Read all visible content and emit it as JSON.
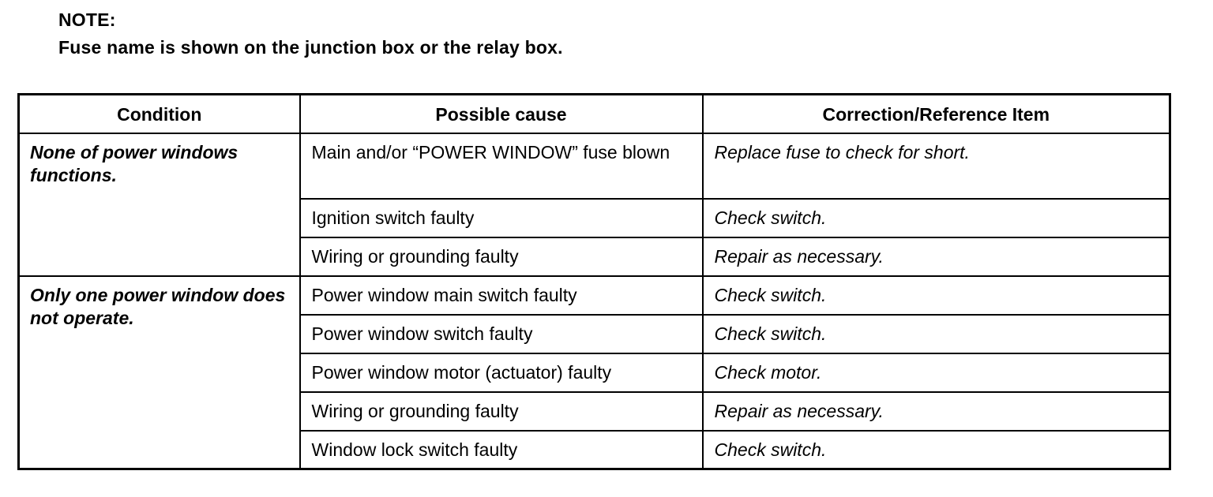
{
  "note": {
    "label": "NOTE:",
    "text": "Fuse name is shown on the junction box or the relay box."
  },
  "table": {
    "headers": {
      "condition": "Condition",
      "possible_cause": "Possible cause",
      "correction": "Correction/Reference Item"
    },
    "groups": [
      {
        "condition": "None of power windows functions.",
        "rows": [
          {
            "cause": "Main and/or “POWER WINDOW” fuse blown",
            "correction": "Replace fuse to check for short."
          },
          {
            "cause": "Ignition switch faulty",
            "correction": "Check switch."
          },
          {
            "cause": "Wiring or grounding faulty",
            "correction": "Repair as necessary."
          }
        ]
      },
      {
        "condition": "Only one power window does not operate.",
        "rows": [
          {
            "cause": "Power window main switch faulty",
            "correction": "Check switch."
          },
          {
            "cause": "Power window switch faulty",
            "correction": "Check switch."
          },
          {
            "cause": "Power window motor (actuator) faulty",
            "correction": "Check motor."
          },
          {
            "cause": "Wiring or grounding faulty",
            "correction": "Repair as necessary."
          },
          {
            "cause": "Window lock switch faulty",
            "correction": "Check switch."
          }
        ]
      }
    ]
  },
  "colors": {
    "ink": "#000000",
    "paper": "#ffffff"
  }
}
